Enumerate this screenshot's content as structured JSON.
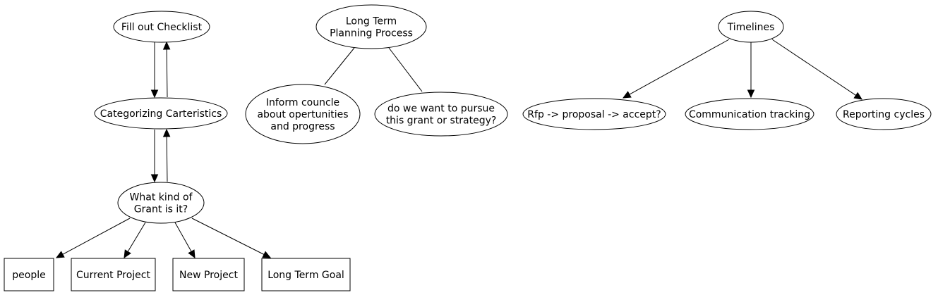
{
  "nodes": {
    "fill_checklist": [
      "Fill out Checklist"
    ],
    "categorizing": [
      "Categorizing Carteristics"
    ],
    "what_kind": [
      "What kind of",
      "Grant is it?"
    ],
    "people": [
      "people"
    ],
    "current_project": [
      "Current Project"
    ],
    "new_project": [
      "New Project"
    ],
    "long_term_goal": [
      "Long Term Goal"
    ],
    "long_term_planning": [
      "Long Term",
      "Planning Process"
    ],
    "inform_council": [
      "Inform councle",
      "about opertunities",
      "and progress"
    ],
    "pursue_grant": [
      "do we want to pursue",
      "this grant or strategy?"
    ],
    "timelines": [
      "Timelines"
    ],
    "rfp": [
      "Rfp -> proposal -> accept?"
    ],
    "communication": [
      "Communication tracking"
    ],
    "reporting": [
      "Reporting cycles"
    ]
  },
  "edges": [
    {
      "from": "fill_checklist",
      "to": "categorizing",
      "directed": true
    },
    {
      "from": "categorizing",
      "to": "fill_checklist",
      "directed": true
    },
    {
      "from": "categorizing",
      "to": "what_kind",
      "directed": true
    },
    {
      "from": "what_kind",
      "to": "categorizing",
      "directed": true
    },
    {
      "from": "what_kind",
      "to": "people",
      "directed": true
    },
    {
      "from": "what_kind",
      "to": "current_project",
      "directed": true
    },
    {
      "from": "what_kind",
      "to": "new_project",
      "directed": true
    },
    {
      "from": "what_kind",
      "to": "long_term_goal",
      "directed": true
    },
    {
      "from": "long_term_planning",
      "to": "inform_council",
      "directed": false
    },
    {
      "from": "long_term_planning",
      "to": "pursue_grant",
      "directed": false
    },
    {
      "from": "timelines",
      "to": "rfp",
      "directed": true
    },
    {
      "from": "timelines",
      "to": "communication",
      "directed": true
    },
    {
      "from": "timelines",
      "to": "reporting",
      "directed": true
    }
  ]
}
